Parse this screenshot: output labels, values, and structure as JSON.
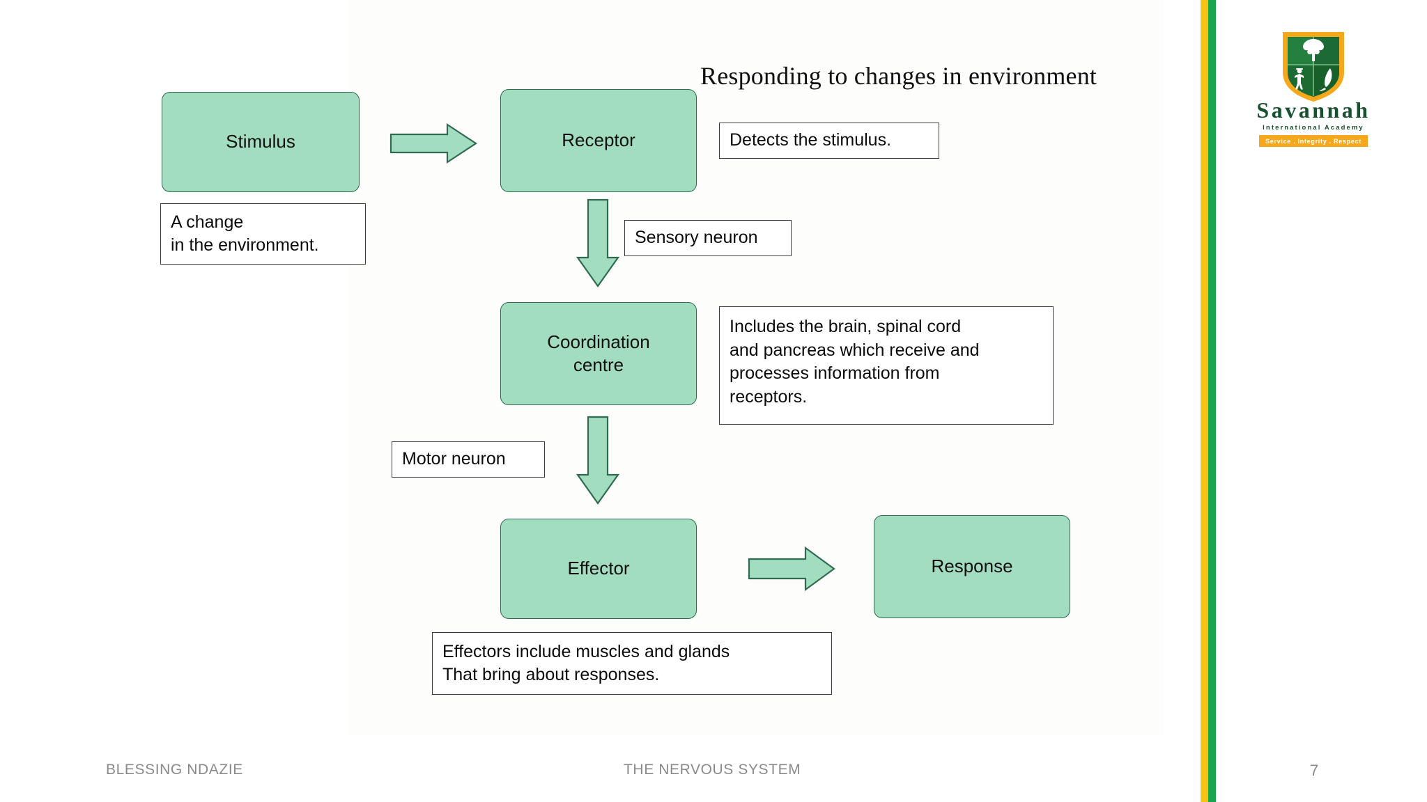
{
  "slide": {
    "title": "Responding to changes in environment",
    "accent_green": "#A3DDBF",
    "accent_green_border": "#2F6A52",
    "stripe_gold": "#F6C213",
    "stripe_green": "#19A64A"
  },
  "diagram": {
    "nodes": [
      {
        "id": "stimulus",
        "label": "Stimulus"
      },
      {
        "id": "receptor",
        "label": "Receptor"
      },
      {
        "id": "coordination",
        "label": "Coordination\ncentre",
        "line1": "Coordination",
        "line2": "centre"
      },
      {
        "id": "effector",
        "label": "Effector"
      },
      {
        "id": "response",
        "label": "Response"
      }
    ],
    "annotations": [
      {
        "id": "stimulus-note",
        "line1": "A change",
        "line2": "in the environment."
      },
      {
        "id": "receptor-note",
        "text": "Detects the stimulus."
      },
      {
        "id": "sensory-neuron",
        "text": "Sensory neuron"
      },
      {
        "id": "motor-neuron",
        "text": "Motor neuron"
      },
      {
        "id": "coordination-note",
        "line1": "Includes the brain, spinal cord",
        "line2": "and pancreas which receive and",
        "line3": "processes information from",
        "line4": "receptors."
      },
      {
        "id": "effector-note",
        "line1": "Effectors include muscles and glands",
        "line2": "That bring about responses."
      }
    ]
  },
  "logo": {
    "name": "Savannah",
    "subtitle": "International Academy",
    "motto": "Service  .  Integrity  .  Respect"
  },
  "footer": {
    "author": "BLESSING NDAZIE",
    "topic": "THE NERVOUS SYSTEM",
    "page": "7"
  }
}
